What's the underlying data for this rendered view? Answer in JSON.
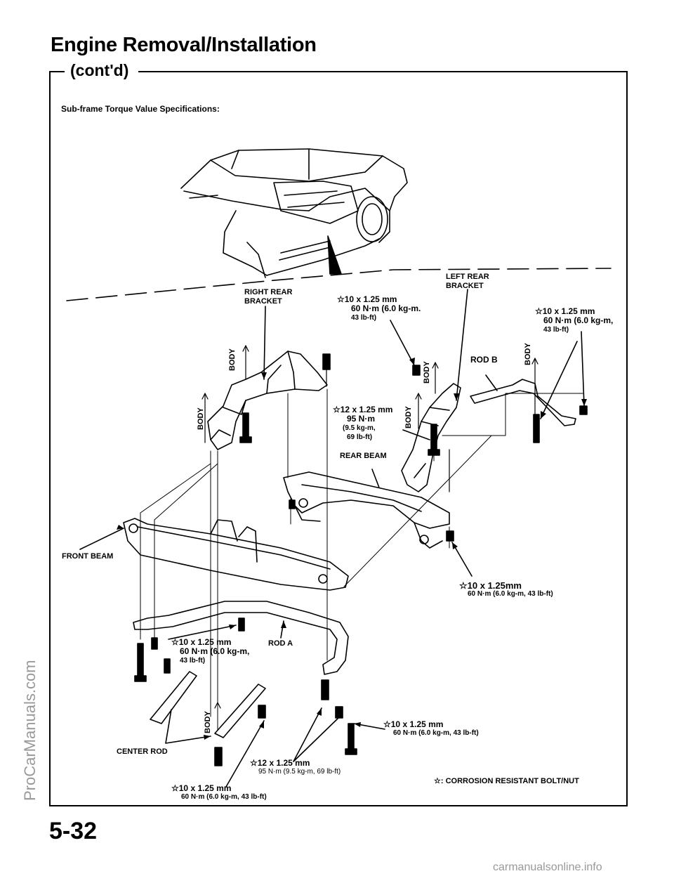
{
  "header": {
    "title": "Engine Removal/Installation",
    "subtitle": "(cont'd)"
  },
  "section_title": "Sub-frame Torque Value Specifications:",
  "labels": {
    "right_rear_bracket": [
      "RIGHT REAR",
      "BRACKET"
    ],
    "left_rear_bracket": [
      "LEFT REAR",
      "BRACKET"
    ],
    "rod_b": "ROD B",
    "rear_beam": "REAR BEAM",
    "front_beam": "FRONT BEAM",
    "rod_a": "ROD A",
    "center_rod": "CENTER ROD",
    "body": "BODY"
  },
  "specs": {
    "s1": [
      "☆10 x 1.25 mm",
      "60 N·m (6.0 kg-m.",
      "43 lb-ft)"
    ],
    "s2": [
      "☆10 x 1.25 mm",
      "60 N·m (6.0 kg-m,",
      "43 lb-ft)"
    ],
    "s3": [
      "☆12 x 1.25 mm",
      "95 N·m",
      "(9.5 kg-m,",
      "69 lb-ft)"
    ],
    "s4": [
      "☆10 x 1.25mm",
      "60 N·m (6.0 kg-m, 43 lb-ft)"
    ],
    "s5": [
      "☆10 x 1.25 mm",
      "60 N·m (6.0 kg-m,",
      "43 lb-ft)"
    ],
    "s6": [
      "☆10 x 1.25 mm",
      "60 N·m (6.0 kg-m, 43 lb-ft)"
    ],
    "s7": [
      "☆12 x 1.25 mm",
      "95 N·m (9.5 kg-m, 69 lb-ft)"
    ],
    "s8": [
      "☆10 x 1.25 mm",
      "60 N·m (6.0 kg-m, 43 lb-ft)"
    ]
  },
  "legend": "☆: CORROSION RESISTANT BOLT/NUT",
  "page_number": "5-32",
  "side_watermark": "ProCarManuals.com",
  "footer_watermark": "carmanualsonline.info"
}
